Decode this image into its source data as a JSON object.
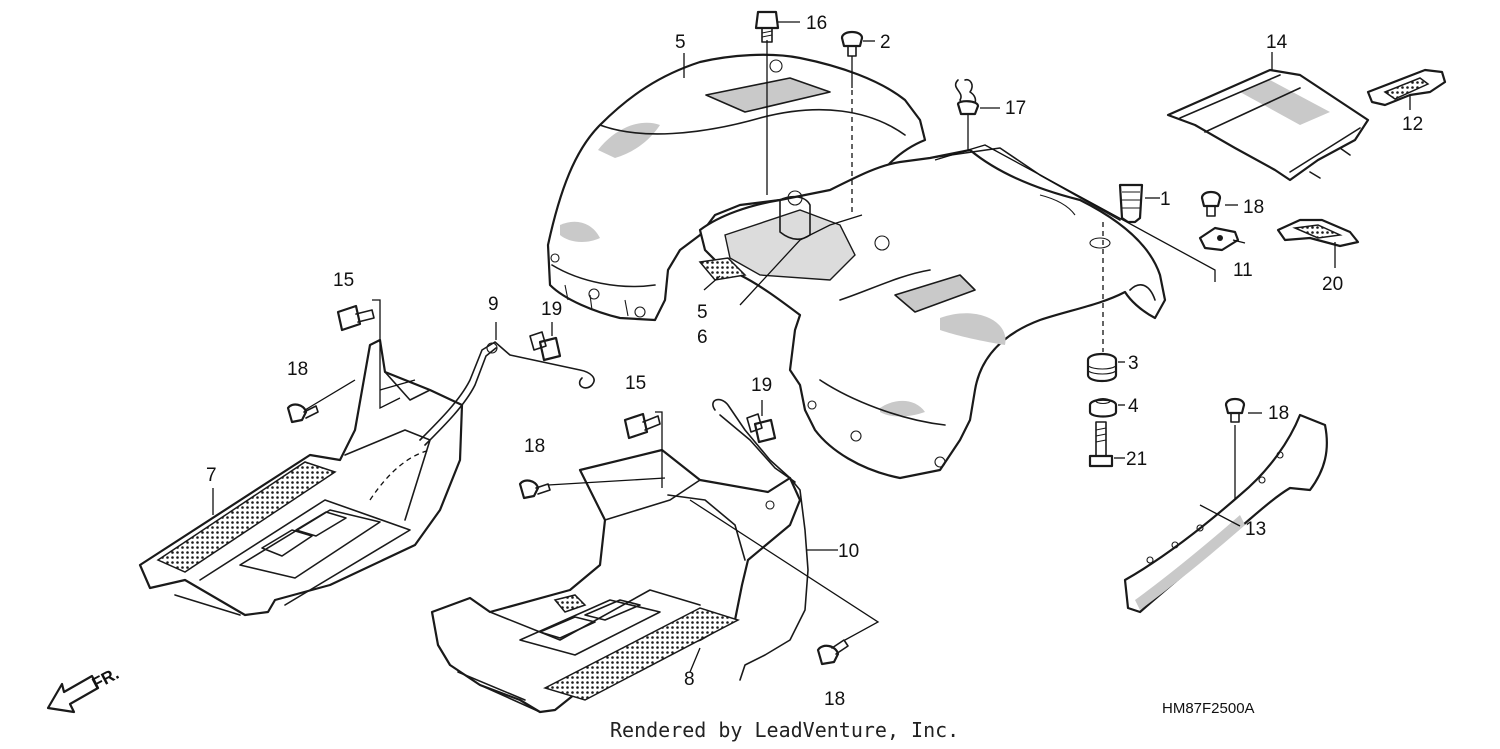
{
  "diagram": {
    "drawing_code": "HM87F2500A",
    "render_credit": "Rendered by LeadVenture, Inc.",
    "direction_label": "FR.",
    "callouts": {
      "c1": "1",
      "c2": "2",
      "c3": "3",
      "c4": "4",
      "c5a": "5",
      "c5b": "5",
      "c6": "6",
      "c7": "7",
      "c8": "8",
      "c9": "9",
      "c10": "10",
      "c11": "11",
      "c12": "12",
      "c13": "13",
      "c14": "14",
      "c15a": "15",
      "c15b": "15",
      "c16": "16",
      "c17": "17",
      "c18a": "18",
      "c18b": "18",
      "c18c": "18",
      "c18d": "18",
      "c18e": "18",
      "c19a": "19",
      "c19b": "19",
      "c20": "20",
      "c21": "21"
    }
  }
}
